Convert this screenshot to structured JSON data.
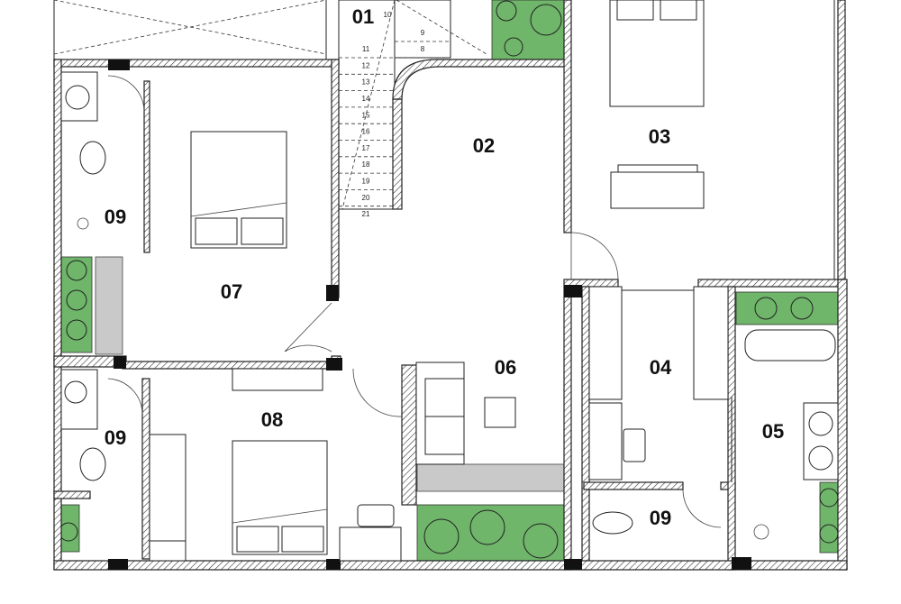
{
  "plan": {
    "rooms": {
      "r01": "01",
      "r02": "02",
      "r03": "03",
      "r04": "04",
      "r05": "05",
      "r06": "06",
      "r07": "07",
      "r08": "08",
      "r09a": "09",
      "r09b": "09",
      "r09c": "09"
    },
    "stair_steps": [
      "8",
      "9",
      "10",
      "11",
      "12",
      "13",
      "14",
      "15",
      "16",
      "17",
      "18",
      "19",
      "20",
      "21"
    ],
    "colors": {
      "planter": "#6fb56a",
      "wall": "#222222",
      "floor_strip": "#c9c9c9"
    }
  }
}
